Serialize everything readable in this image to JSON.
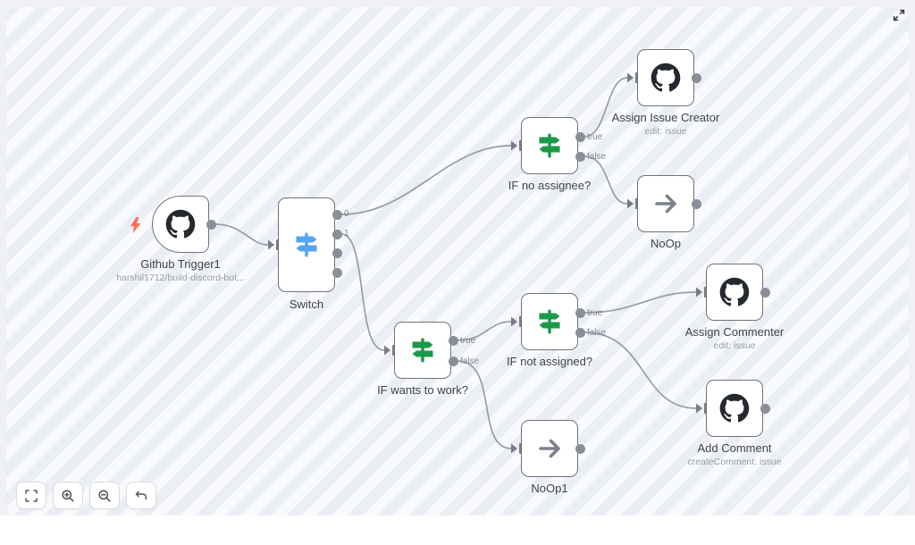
{
  "colors": {
    "switch_icon": "#55a3f2",
    "if_icon": "#199a47",
    "github_icon": "#24292f",
    "noop_icon": "#7d818c",
    "trigger_bolt": "#ff6d5a",
    "connection": "#9a9da6",
    "port": "#8b8e98",
    "node_border": "#6f727b"
  },
  "canvas": {
    "nodes": [
      {
        "id": "github-trigger1",
        "icon": "github-icon",
        "label": "Github Trigger1",
        "sublabel": "harshil1712/build-discord-bot..."
      },
      {
        "id": "switch",
        "icon": "switch-icon",
        "label": "Switch",
        "outputs": [
          "0",
          "1"
        ]
      },
      {
        "id": "if-no-assignee",
        "icon": "if-icon",
        "label": "IF no assignee?",
        "outputs": [
          "true",
          "false"
        ]
      },
      {
        "id": "assign-issue-creator",
        "icon": "github-icon",
        "label": "Assign Issue Creator",
        "sublabel": "edit: issue"
      },
      {
        "id": "noop",
        "icon": "arrow-icon",
        "label": "NoOp"
      },
      {
        "id": "if-wants-to-work",
        "icon": "if-icon",
        "label": "IF wants to work?",
        "outputs": [
          "true",
          "false"
        ]
      },
      {
        "id": "if-not-assigned",
        "icon": "if-icon",
        "label": "IF not assigned?",
        "outputs": [
          "true",
          "false"
        ]
      },
      {
        "id": "assign-commenter",
        "icon": "github-icon",
        "label": "Assign Commenter",
        "sublabel": "edit: issue"
      },
      {
        "id": "add-comment",
        "icon": "github-icon",
        "label": "Add Comment",
        "sublabel": "createComment: issue"
      },
      {
        "id": "noop1",
        "icon": "arrow-icon",
        "label": "NoOp1"
      }
    ],
    "controls": {
      "buttons": [
        {
          "icon": "fit-view-icon"
        },
        {
          "icon": "zoom-in-icon"
        },
        {
          "icon": "zoom-out-icon"
        },
        {
          "icon": "undo-icon"
        }
      ]
    },
    "expand_icon": "expand-diagonal-icon"
  }
}
